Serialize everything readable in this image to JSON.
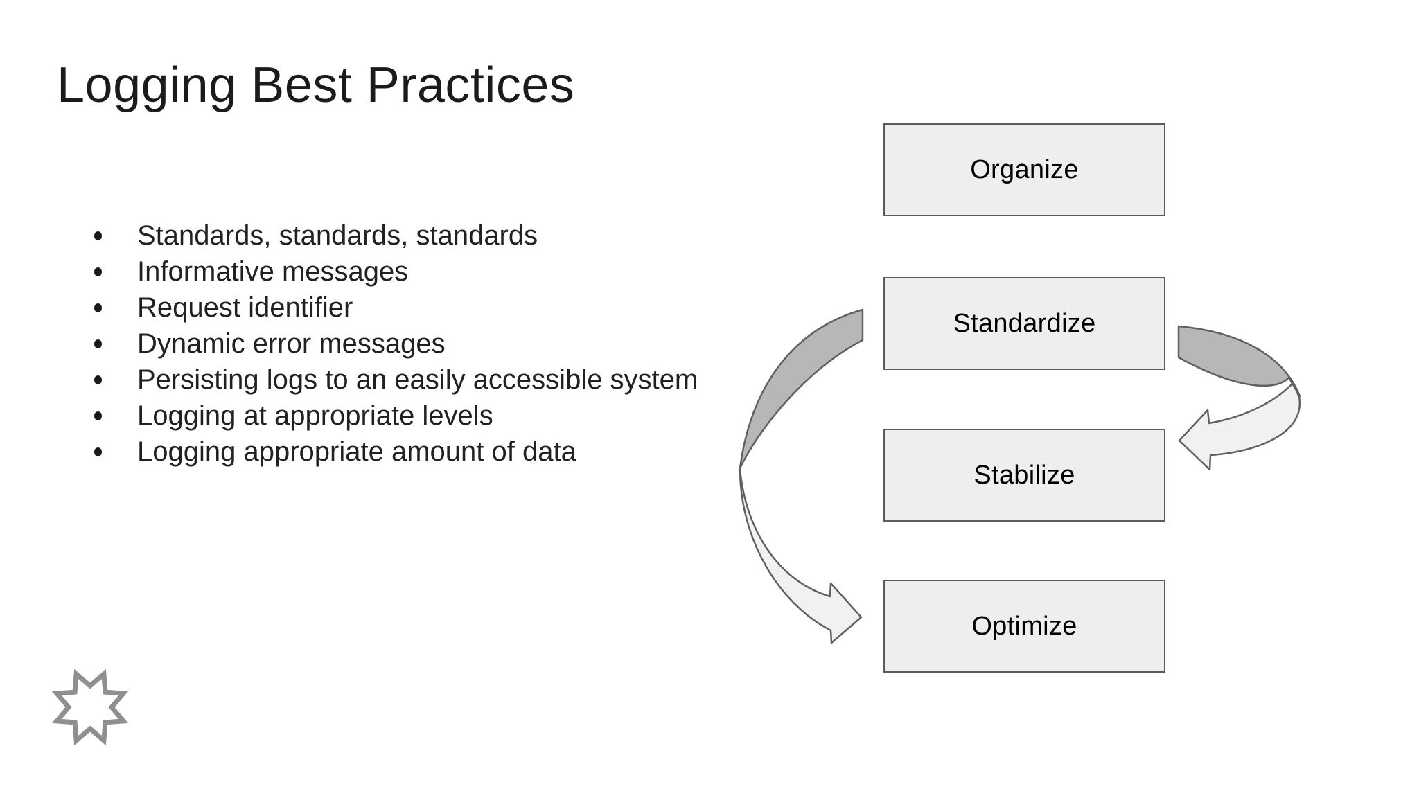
{
  "slide": {
    "title": "Logging Best Practices",
    "bullets": [
      "Standards, standards, standards",
      "Informative messages",
      "Request identifier",
      "Dynamic error messages",
      "Persisting logs to an easily accessible system",
      "Logging at appropriate levels",
      "Logging appropriate amount of data"
    ]
  },
  "diagram": {
    "type": "process-flow",
    "steps": [
      {
        "label": "Organize"
      },
      {
        "label": "Standardize"
      },
      {
        "label": "Stabilize"
      },
      {
        "label": "Optimize"
      }
    ],
    "arrows": [
      {
        "name": "left-curved-arrow",
        "from": "Standardize",
        "to": "Optimize",
        "direction": "loops left, points right into Optimize"
      },
      {
        "name": "right-curved-arrow",
        "from": "Standardize",
        "to": "Stabilize",
        "direction": "loops right, points left into Stabilize"
      }
    ]
  },
  "colors": {
    "background": "#ffffff",
    "title_text": "#1b1b1b",
    "body_text": "#212121",
    "box_fill": "#eeeeee",
    "box_border": "#5c5c5c",
    "box_text": "#000000",
    "arrow_dark_fill": "#b7b7b7",
    "arrow_light_fill": "#f1f1f1",
    "arrow_outline": "#606060",
    "logo_gray": "#8f8f8f"
  },
  "icons": {
    "logo": "starburst-logo"
  }
}
